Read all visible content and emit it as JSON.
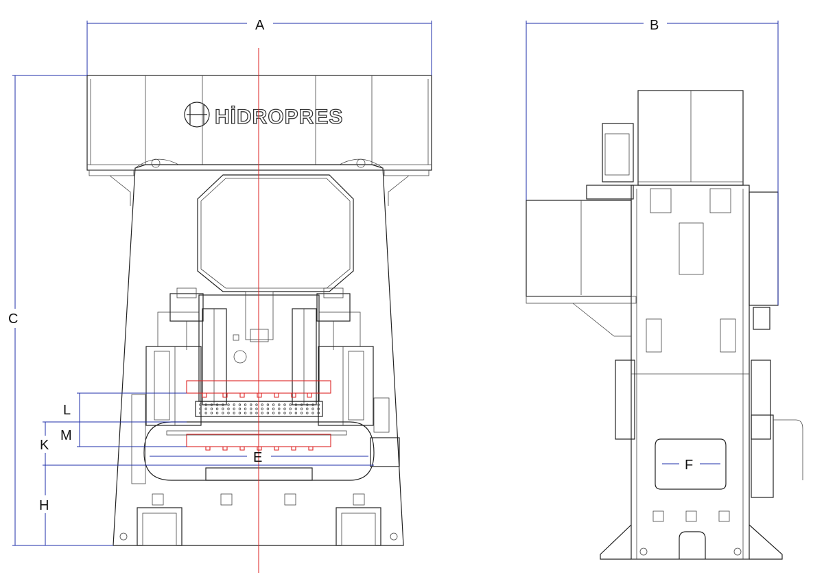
{
  "brand": {
    "name": "HİDROPRES"
  },
  "dimensions": {
    "a": "A",
    "b": "B",
    "c": "C",
    "e": "E",
    "f": "F",
    "h": "H",
    "k": "K",
    "l": "L",
    "m": "M"
  },
  "colors": {
    "line": "#222222",
    "dimension": "#1d2ea8",
    "centerline": "#dd2222"
  }
}
